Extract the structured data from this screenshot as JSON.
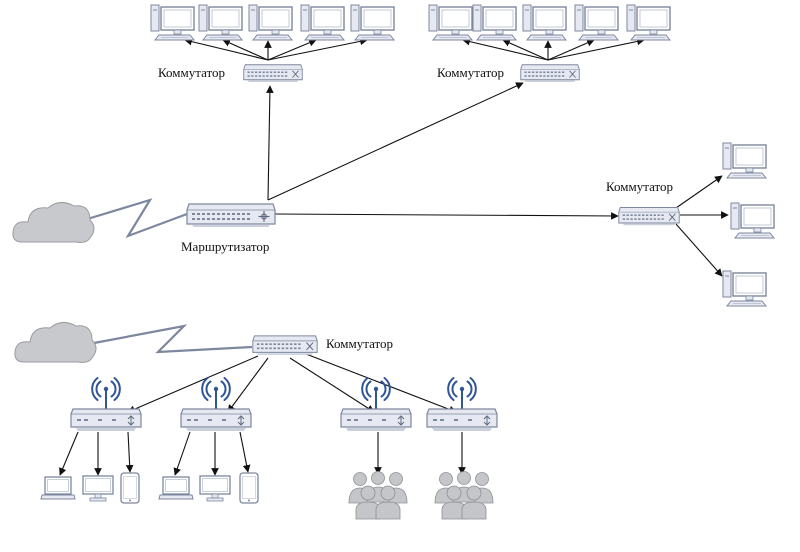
{
  "labels": {
    "switch_top_left": "Коммутатор",
    "switch_top_right": "Коммутатор",
    "switch_right": "Коммутатор",
    "switch_bottom": "Коммутатор",
    "router": "Маршрутизатор"
  },
  "colors": {
    "device_fill": "#e6e9f1",
    "device_stroke": "#7d879d",
    "cloud_fill": "#c7c9cc",
    "cloud_stroke": "#9a9ca0",
    "antenna": "#2f5597",
    "edge": "#111111"
  },
  "icons": {
    "workstation": "desktop-computer-icon",
    "switch": "network-switch-icon",
    "router": "router-icon",
    "cloud": "cloud-icon",
    "access_point": "wireless-access-point-icon",
    "laptop": "laptop-icon",
    "monitor": "monitor-icon",
    "tablet": "tablet-icon",
    "user_group": "user-group-icon"
  }
}
